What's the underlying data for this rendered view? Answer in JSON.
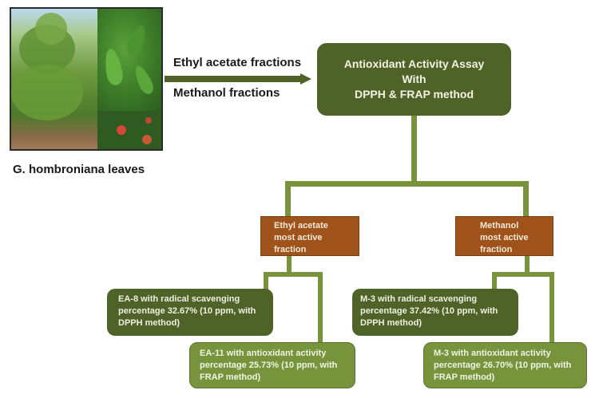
{
  "source": {
    "caption": "G. hombroniana leaves",
    "image_icon": "plant-photo"
  },
  "arrow": {
    "label_top": "Ethyl acetate fractions",
    "label_bottom": "Methanol fractions",
    "icon": "arrow-right-icon"
  },
  "assay": {
    "line1": "Antioxidant Activity Assay",
    "line2": "With",
    "line3": "DPPH & FRAP method"
  },
  "fractions": [
    {
      "name": "ethyl-acetate",
      "lines": [
        "Ethyl acetate",
        "most active",
        "fraction"
      ],
      "results": [
        {
          "lines": [
            "EA-8 with radical scavenging",
            "percentage 32.67% (10 ppm, with",
            "DPPH method)"
          ]
        },
        {
          "lines": [
            "EA-11 with antioxidant activity",
            "percentage 25.73% (10 ppm, with",
            "FRAP method)"
          ]
        }
      ]
    },
    {
      "name": "methanol",
      "lines": [
        "Methanol",
        "most active",
        "fraction"
      ],
      "results": [
        {
          "lines": [
            "M-3 with radical scavenging",
            "percentage 37.42% (10 ppm, with",
            "DPPH method)"
          ]
        },
        {
          "lines": [
            "M-3 with antioxidant activity",
            "percentage 26.70% (10 ppm, with",
            "FRAP method)"
          ]
        }
      ]
    }
  ],
  "colors": {
    "dark_green": "#4f6228",
    "light_green": "#77933c",
    "brown": "#a0521b",
    "connector": "#77933c"
  }
}
